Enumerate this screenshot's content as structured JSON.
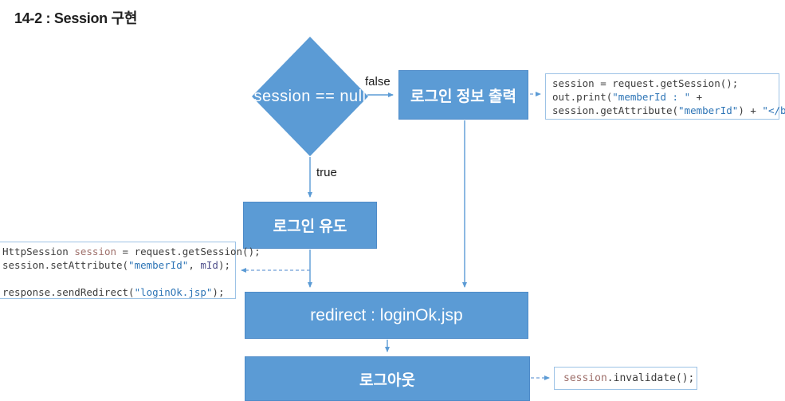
{
  "title": "14-2 : Session 구현",
  "colors": {
    "shape_fill": "#5b9bd5",
    "shape_text": "#ffffff",
    "arrow": "#5b9bd5",
    "code_border": "#9dc3e6",
    "code_plain": "#3d3d3d",
    "code_string": "#2e75b6",
    "code_variable": "#9e6f6a",
    "code_param": "#50508c"
  },
  "flowchart": {
    "decision_label": "session == null",
    "false_label": "false",
    "true_label": "true",
    "boxes": {
      "login_info": "로그인 정보 출력",
      "login_induce": "로그인 유도",
      "redirect": "redirect : loginOk.jsp",
      "logout": "로그아웃"
    }
  },
  "code_blocks": {
    "get_session": {
      "lines": [
        [
          {
            "t": "session = request.getSession();",
            "c": "plain"
          }
        ],
        [
          {
            "t": "out.print(",
            "c": "plain"
          },
          {
            "t": "\"memberId : \"",
            "c": "string"
          },
          {
            "t": " +",
            "c": "plain"
          }
        ],
        [
          {
            "t": "session.getAttribute(",
            "c": "plain"
          },
          {
            "t": "\"memberId\"",
            "c": "string"
          },
          {
            "t": ") + ",
            "c": "plain"
          },
          {
            "t": "\"</br>\"",
            "c": "string"
          },
          {
            "t": ");",
            "c": "plain"
          }
        ]
      ]
    },
    "set_session": {
      "lines": [
        [
          {
            "t": "HttpSession ",
            "c": "plain"
          },
          {
            "t": "session",
            "c": "var"
          },
          {
            "t": " = request.getSession();",
            "c": "plain"
          }
        ],
        [
          {
            "t": "session.setAttribute(",
            "c": "plain"
          },
          {
            "t": "\"memberId\"",
            "c": "string"
          },
          {
            "t": ", ",
            "c": "plain"
          },
          {
            "t": "mId",
            "c": "param"
          },
          {
            "t": ");",
            "c": "plain"
          }
        ],
        [],
        [
          {
            "t": "response.sendRedirect(",
            "c": "plain"
          },
          {
            "t": "\"loginOk.jsp\"",
            "c": "string"
          },
          {
            "t": ");",
            "c": "plain"
          }
        ]
      ]
    },
    "invalidate": {
      "lines": [
        [
          {
            "t": "session",
            "c": "var"
          },
          {
            "t": ".invalidate();",
            "c": "plain"
          }
        ]
      ]
    }
  }
}
